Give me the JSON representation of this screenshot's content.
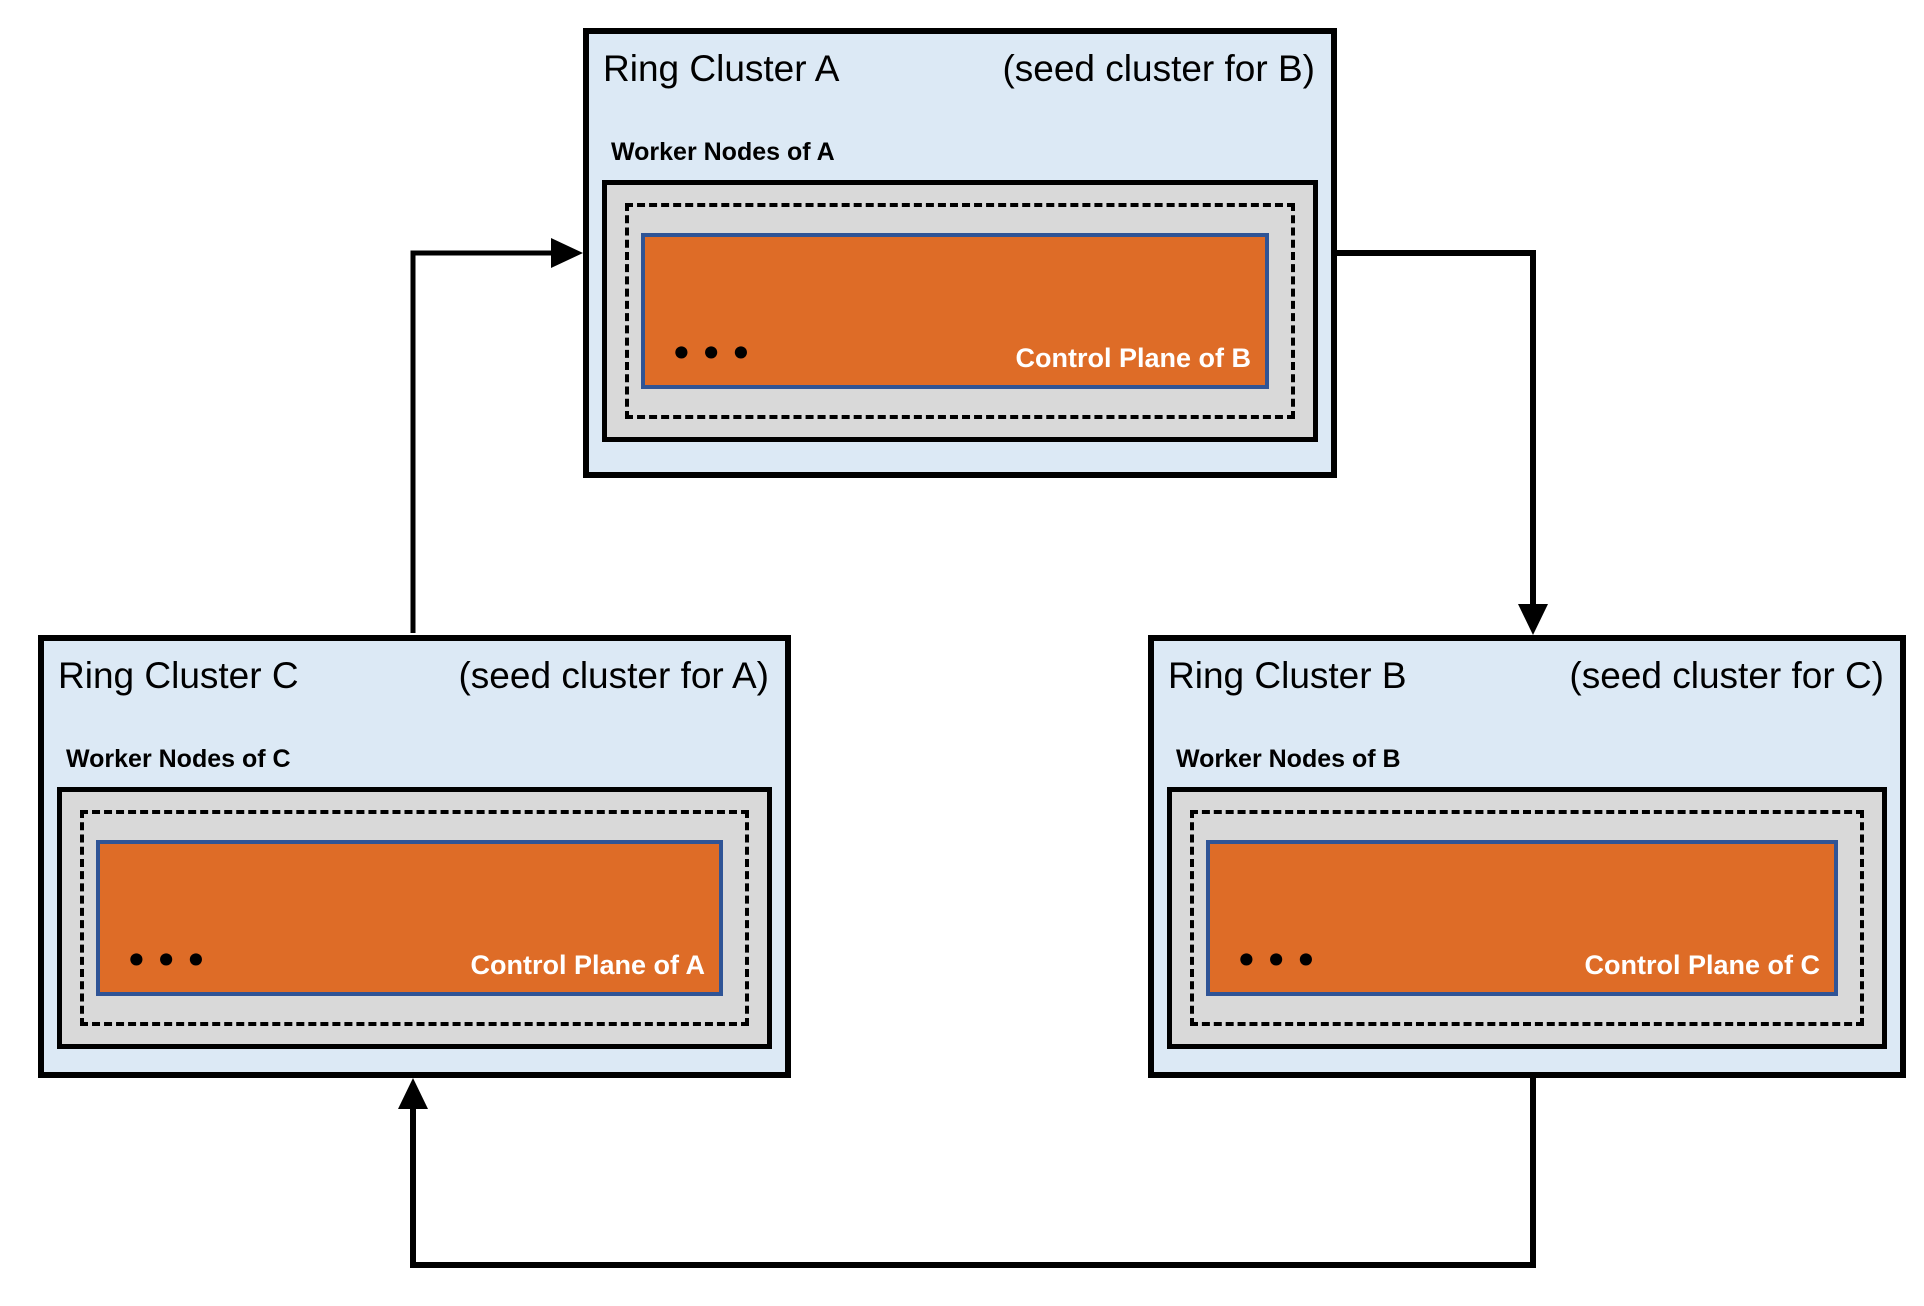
{
  "diagram": {
    "clusters": [
      {
        "id": "A",
        "title": "Ring Cluster A",
        "seed_note": "(seed cluster for B)",
        "worker_label": "Worker Nodes of A",
        "control_plane_label": "Control Plane of B",
        "dots": "•••"
      },
      {
        "id": "C",
        "title": "Ring Cluster C",
        "seed_note": "(seed cluster for A)",
        "worker_label": "Worker Nodes of C",
        "control_plane_label": "Control Plane of A",
        "dots": "•••"
      },
      {
        "id": "B",
        "title": "Ring Cluster B",
        "seed_note": "(seed cluster for C)",
        "worker_label": "Worker Nodes of B",
        "control_plane_label": "Control Plane of C",
        "dots": "•••"
      }
    ],
    "arrows": [
      {
        "from": "Ring Cluster C",
        "to": "Ring Cluster A"
      },
      {
        "from": "Ring Cluster A",
        "to": "Ring Cluster B"
      },
      {
        "from": "Ring Cluster B",
        "to": "Ring Cluster C"
      }
    ],
    "colors": {
      "cluster_fill": "#DCE9F5",
      "worker_nodes_fill": "#D9D9D9",
      "control_plane_fill": "#DE6C27",
      "control_plane_border": "#2F5496",
      "line": "#000000"
    }
  }
}
